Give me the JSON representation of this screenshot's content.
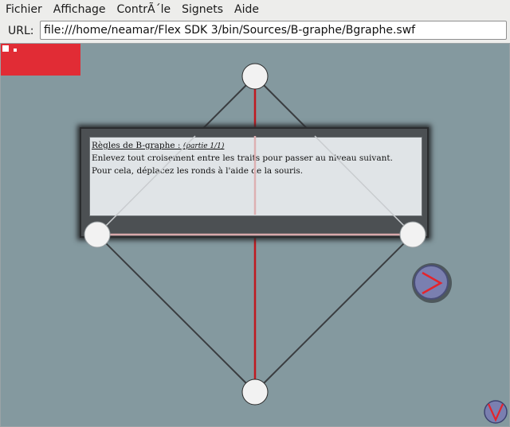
{
  "menubar": {
    "items": [
      "Fichier",
      "Affichage",
      "ContrÃ´le",
      "Signets",
      "Aide"
    ]
  },
  "urlbar": {
    "label": "URL:",
    "value": "file:///home/neamar/Flex SDK 3/bin/Sources/B-graphe/Bgraphe.swf"
  },
  "game": {
    "colors": {
      "background": "#84999f",
      "crossing_edge": "#c0181f",
      "edge": "#3a3d40",
      "node_fill": "#f2f2f2",
      "accent_red": "#e12c35",
      "button_fill": "#7a7fb0"
    },
    "dialog": {
      "title": "Règles de B-graphe :",
      "part": "(partie 1/1)",
      "line1": "Enlevez tout croisement entre les traits pour passer au niveau suivant.",
      "line2": "Pour cela, déplacez les ronds à l'aide de la souris."
    },
    "next_button_icon": "chevron-right-icon",
    "corner_button_icon": "chevron-down-icon"
  }
}
